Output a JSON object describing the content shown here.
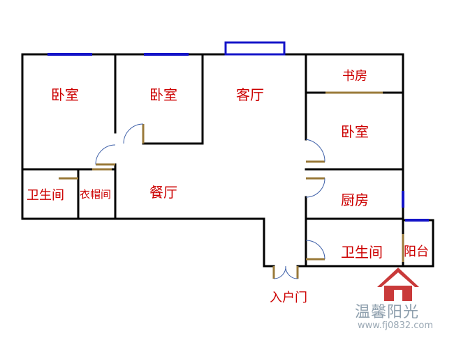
{
  "rooms": {
    "bedroom_1": "卧室",
    "bedroom_2": "卧室",
    "living_room": "客厅",
    "study": "书房",
    "bedroom_3": "卧室",
    "bathroom_1": "卫生间",
    "cloakroom": "衣帽间",
    "dining_room": "餐厅",
    "kitchen": "厨房",
    "bathroom_2": "卫生间",
    "balcony": "阳台",
    "entrance": "入户门"
  },
  "watermark": {
    "text": "温馨阳光",
    "url": "www.fj0832.com"
  },
  "colors": {
    "wall": "#000000",
    "window": "#1414c8",
    "label": "#cc0000",
    "door": "#9a7a3a"
  }
}
